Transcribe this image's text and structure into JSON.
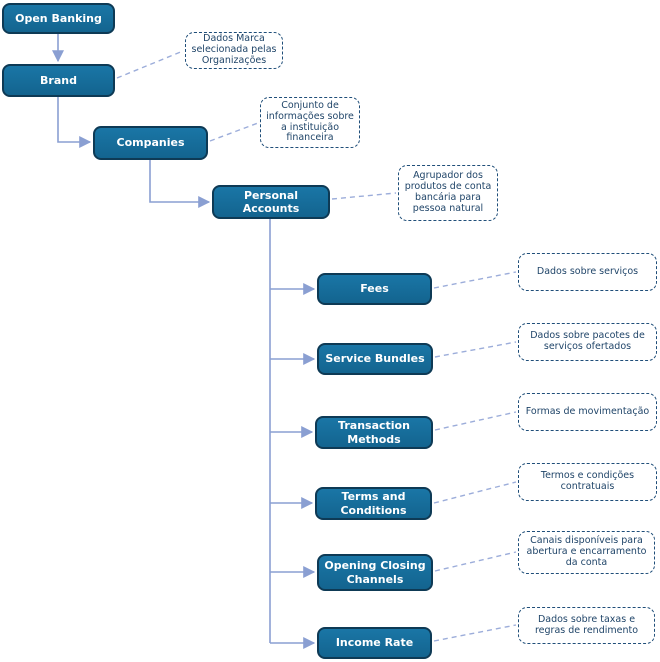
{
  "diagram": {
    "type": "hierarchy-flowchart",
    "language": "pt-BR",
    "colors": {
      "node_fill": "#156a98",
      "node_border": "#0e3a55",
      "node_text": "#ffffff",
      "callout_border": "#1f4e79",
      "callout_text": "#1f4468",
      "connector": "#8a9fd2",
      "background": "#ffffff"
    },
    "nodes": {
      "open_banking": {
        "label": "Open Banking"
      },
      "brand": {
        "label": "Brand"
      },
      "companies": {
        "label": "Companies"
      },
      "personal_accounts": {
        "label": "Personal Accounts"
      },
      "fees": {
        "label": "Fees"
      },
      "service_bundles": {
        "label": "Service Bundles"
      },
      "transaction_methods": {
        "label": "Transaction Methods"
      },
      "terms_and_conditions": {
        "label": "Terms and Conditions"
      },
      "opening_closing_channels": {
        "label": "Opening Closing Channels"
      },
      "income_rate": {
        "label": "Income Rate"
      }
    },
    "callouts": {
      "brand_note": {
        "text": "Dados Marca selecionada pelas Organizações"
      },
      "companies_note": {
        "text": "Conjunto de informações sobre a instituição financeira"
      },
      "personal_accounts_note": {
        "text": "Agrupador dos produtos de conta bancária para pessoa natural"
      },
      "fees_note": {
        "text": "Dados sobre serviços"
      },
      "service_bundles_note": {
        "text": "Dados sobre pacotes de serviços ofertados"
      },
      "transaction_methods_note": {
        "text": "Formas de movimentação"
      },
      "terms_and_conditions_note": {
        "text": "Termos e condições contratuais"
      },
      "opening_closing_channels_note": {
        "text": "Canais disponíveis para abertura e encarramento da conta"
      },
      "income_rate_note": {
        "text": "Dados sobre taxas e regras de rendimento"
      }
    },
    "edges": {
      "tree": [
        "open_banking -> brand",
        "brand -> companies",
        "companies -> personal_accounts",
        "personal_accounts -> fees",
        "personal_accounts -> service_bundles",
        "personal_accounts -> transaction_methods",
        "personal_accounts -> terms_and_conditions",
        "personal_accounts -> opening_closing_channels",
        "personal_accounts -> income_rate"
      ]
    }
  }
}
